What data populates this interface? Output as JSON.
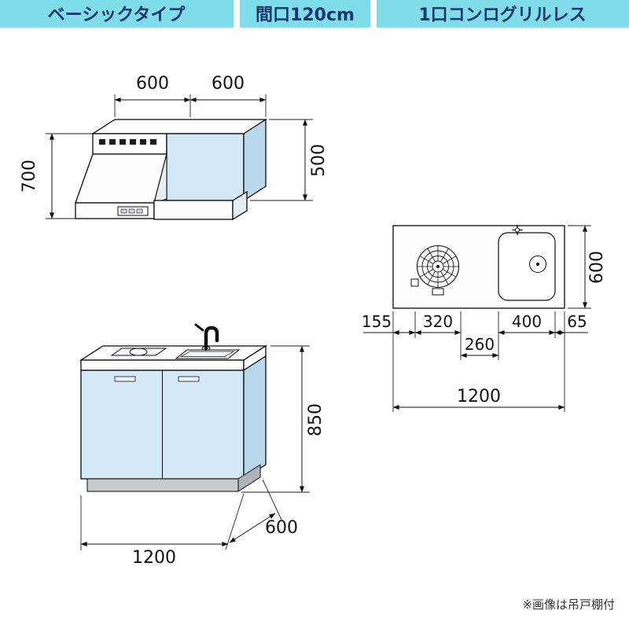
{
  "header": {
    "segments": [
      {
        "label": "ベーシックタイプ"
      },
      {
        "label": "間口120cm"
      },
      {
        "label": "1口コンログリルレス"
      }
    ],
    "bg_color": "#7fdde9",
    "text_color": "#16356e"
  },
  "wall_unit": {
    "dim_top_left": "600",
    "dim_top_right": "600",
    "dim_height_total": "700",
    "dim_height_cabinet": "500"
  },
  "worktop_plan": {
    "dim_depth": "600",
    "dim_left_offset": "155",
    "dim_burner": "320",
    "dim_middle": "260",
    "dim_sink": "400",
    "dim_right_offset": "65",
    "dim_total_width": "1200"
  },
  "base_unit": {
    "dim_height": "850",
    "dim_width": "1200",
    "dim_depth": "600"
  },
  "note": "※画像は吊戸棚付",
  "colors": {
    "header_bg": "#7fdde9",
    "header_text": "#16356e",
    "cabinet_front": "#d3e8f6",
    "cabinet_side": "#b9d8ec",
    "toe_kick": "#c6cbd0",
    "outline": "#000000"
  }
}
